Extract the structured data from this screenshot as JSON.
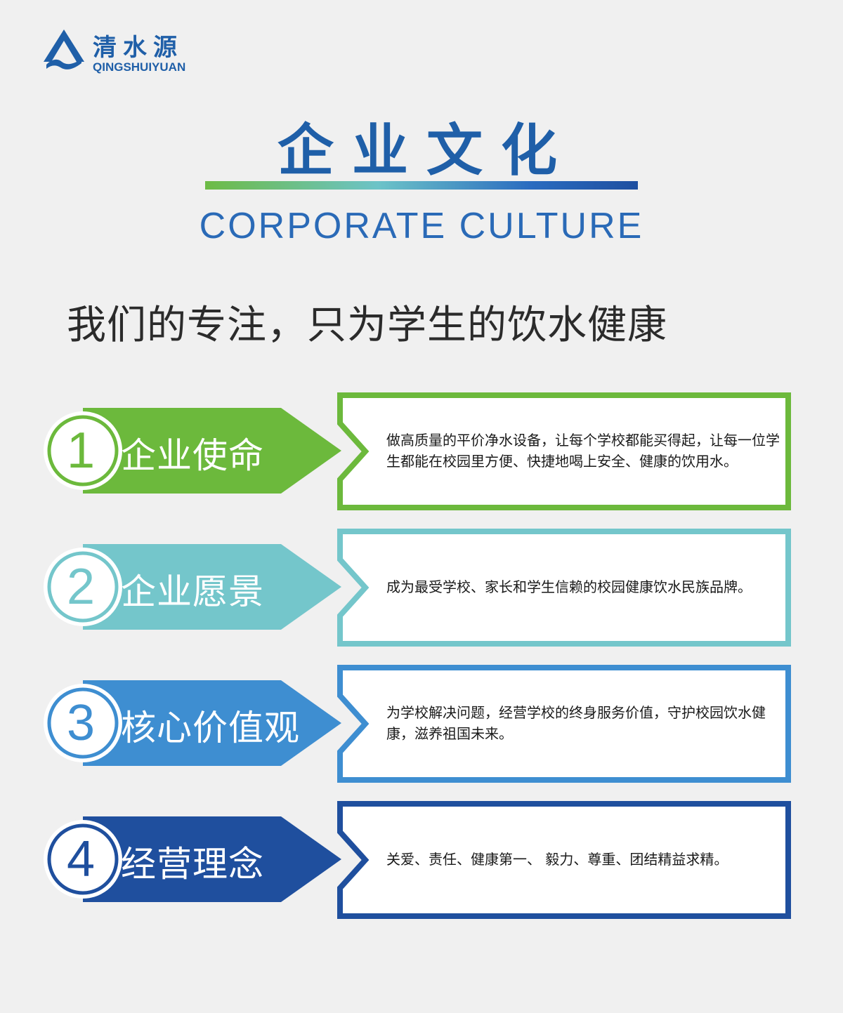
{
  "logo": {
    "name_cn": "清水源",
    "name_en": "QINGSHUIYUAN"
  },
  "header": {
    "title_cn": "企业文化",
    "title_en": "CORPORATE CULTURE",
    "slogan": "我们的专注，只为学生的饮水健康"
  },
  "items": [
    {
      "number": "1",
      "label": "企业使命",
      "color": "#6cb93c",
      "text": "做高质量的平价净水设备，让每个学校都能买得起，让每一位学生都能在校园里方便、快捷地喝上安全、健康的饮用水。"
    },
    {
      "number": "2",
      "label": "企业愿景",
      "color": "#74c6cb",
      "text": "成为最受学校、家长和学生信赖的校园健康饮水民族品牌。"
    },
    {
      "number": "3",
      "label": "核心价值观",
      "color": "#3e8ed1",
      "text": "为学校解决问题，经营学校的终身服务价值，守护校园饮水健康，滋养祖国未来。"
    },
    {
      "number": "4",
      "label": "经营理念",
      "color": "#1f4f9e",
      "text": "关爱、责任、健康第一、 毅力、尊重、团结精益求精。"
    }
  ]
}
